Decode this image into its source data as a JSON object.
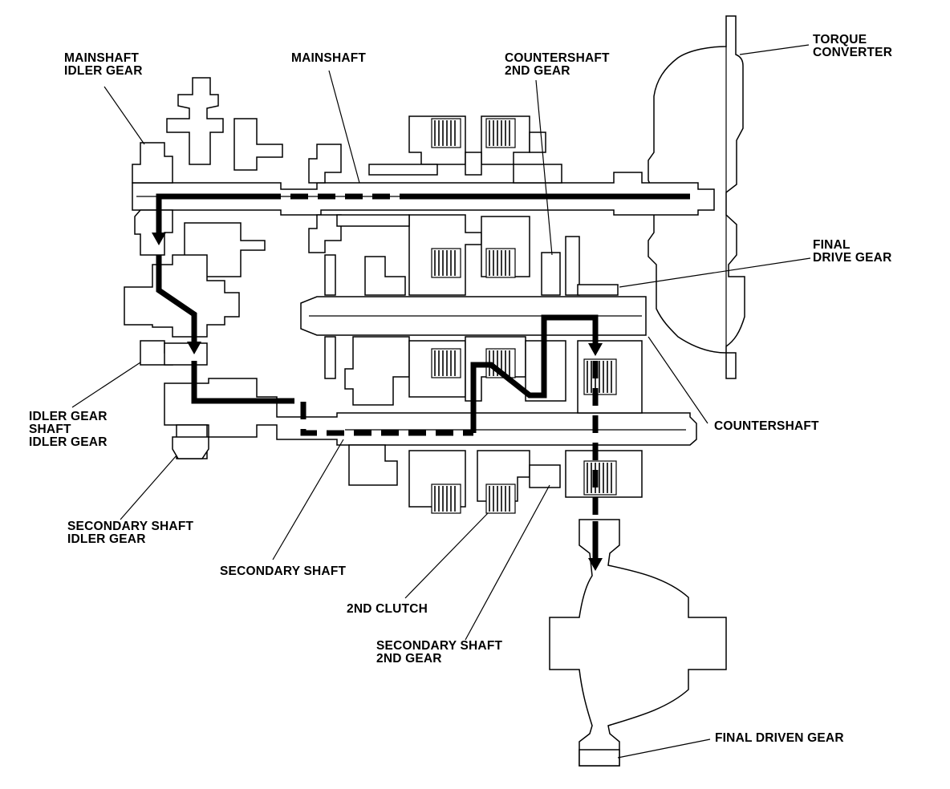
{
  "labels": {
    "mainshaft_idler_gear": [
      "MAINSHAFT",
      "IDLER GEAR"
    ],
    "mainshaft": "MAINSHAFT",
    "countershaft_2nd_gear": [
      "COUNTERSHAFT",
      "2ND GEAR"
    ],
    "torque_converter": [
      "TORQUE",
      "CONVERTER"
    ],
    "final_drive_gear": [
      "FINAL",
      "DRIVE GEAR"
    ],
    "idler_gear_shaft_idler_gear": [
      "IDLER GEAR",
      "SHAFT",
      "IDLER GEAR"
    ],
    "countershaft": "COUNTERSHAFT",
    "secondary_shaft_idler_gear": [
      "SECONDARY SHAFT",
      "IDLER GEAR"
    ],
    "secondary_shaft": "SECONDARY SHAFT",
    "second_clutch": "2ND CLUTCH",
    "secondary_shaft_2nd_gear": [
      "SECONDARY SHAFT",
      "2ND GEAR"
    ],
    "final_driven_gear": "FINAL DRIVEN GEAR"
  },
  "colors": {
    "line": "#000000",
    "background": "#ffffff"
  }
}
